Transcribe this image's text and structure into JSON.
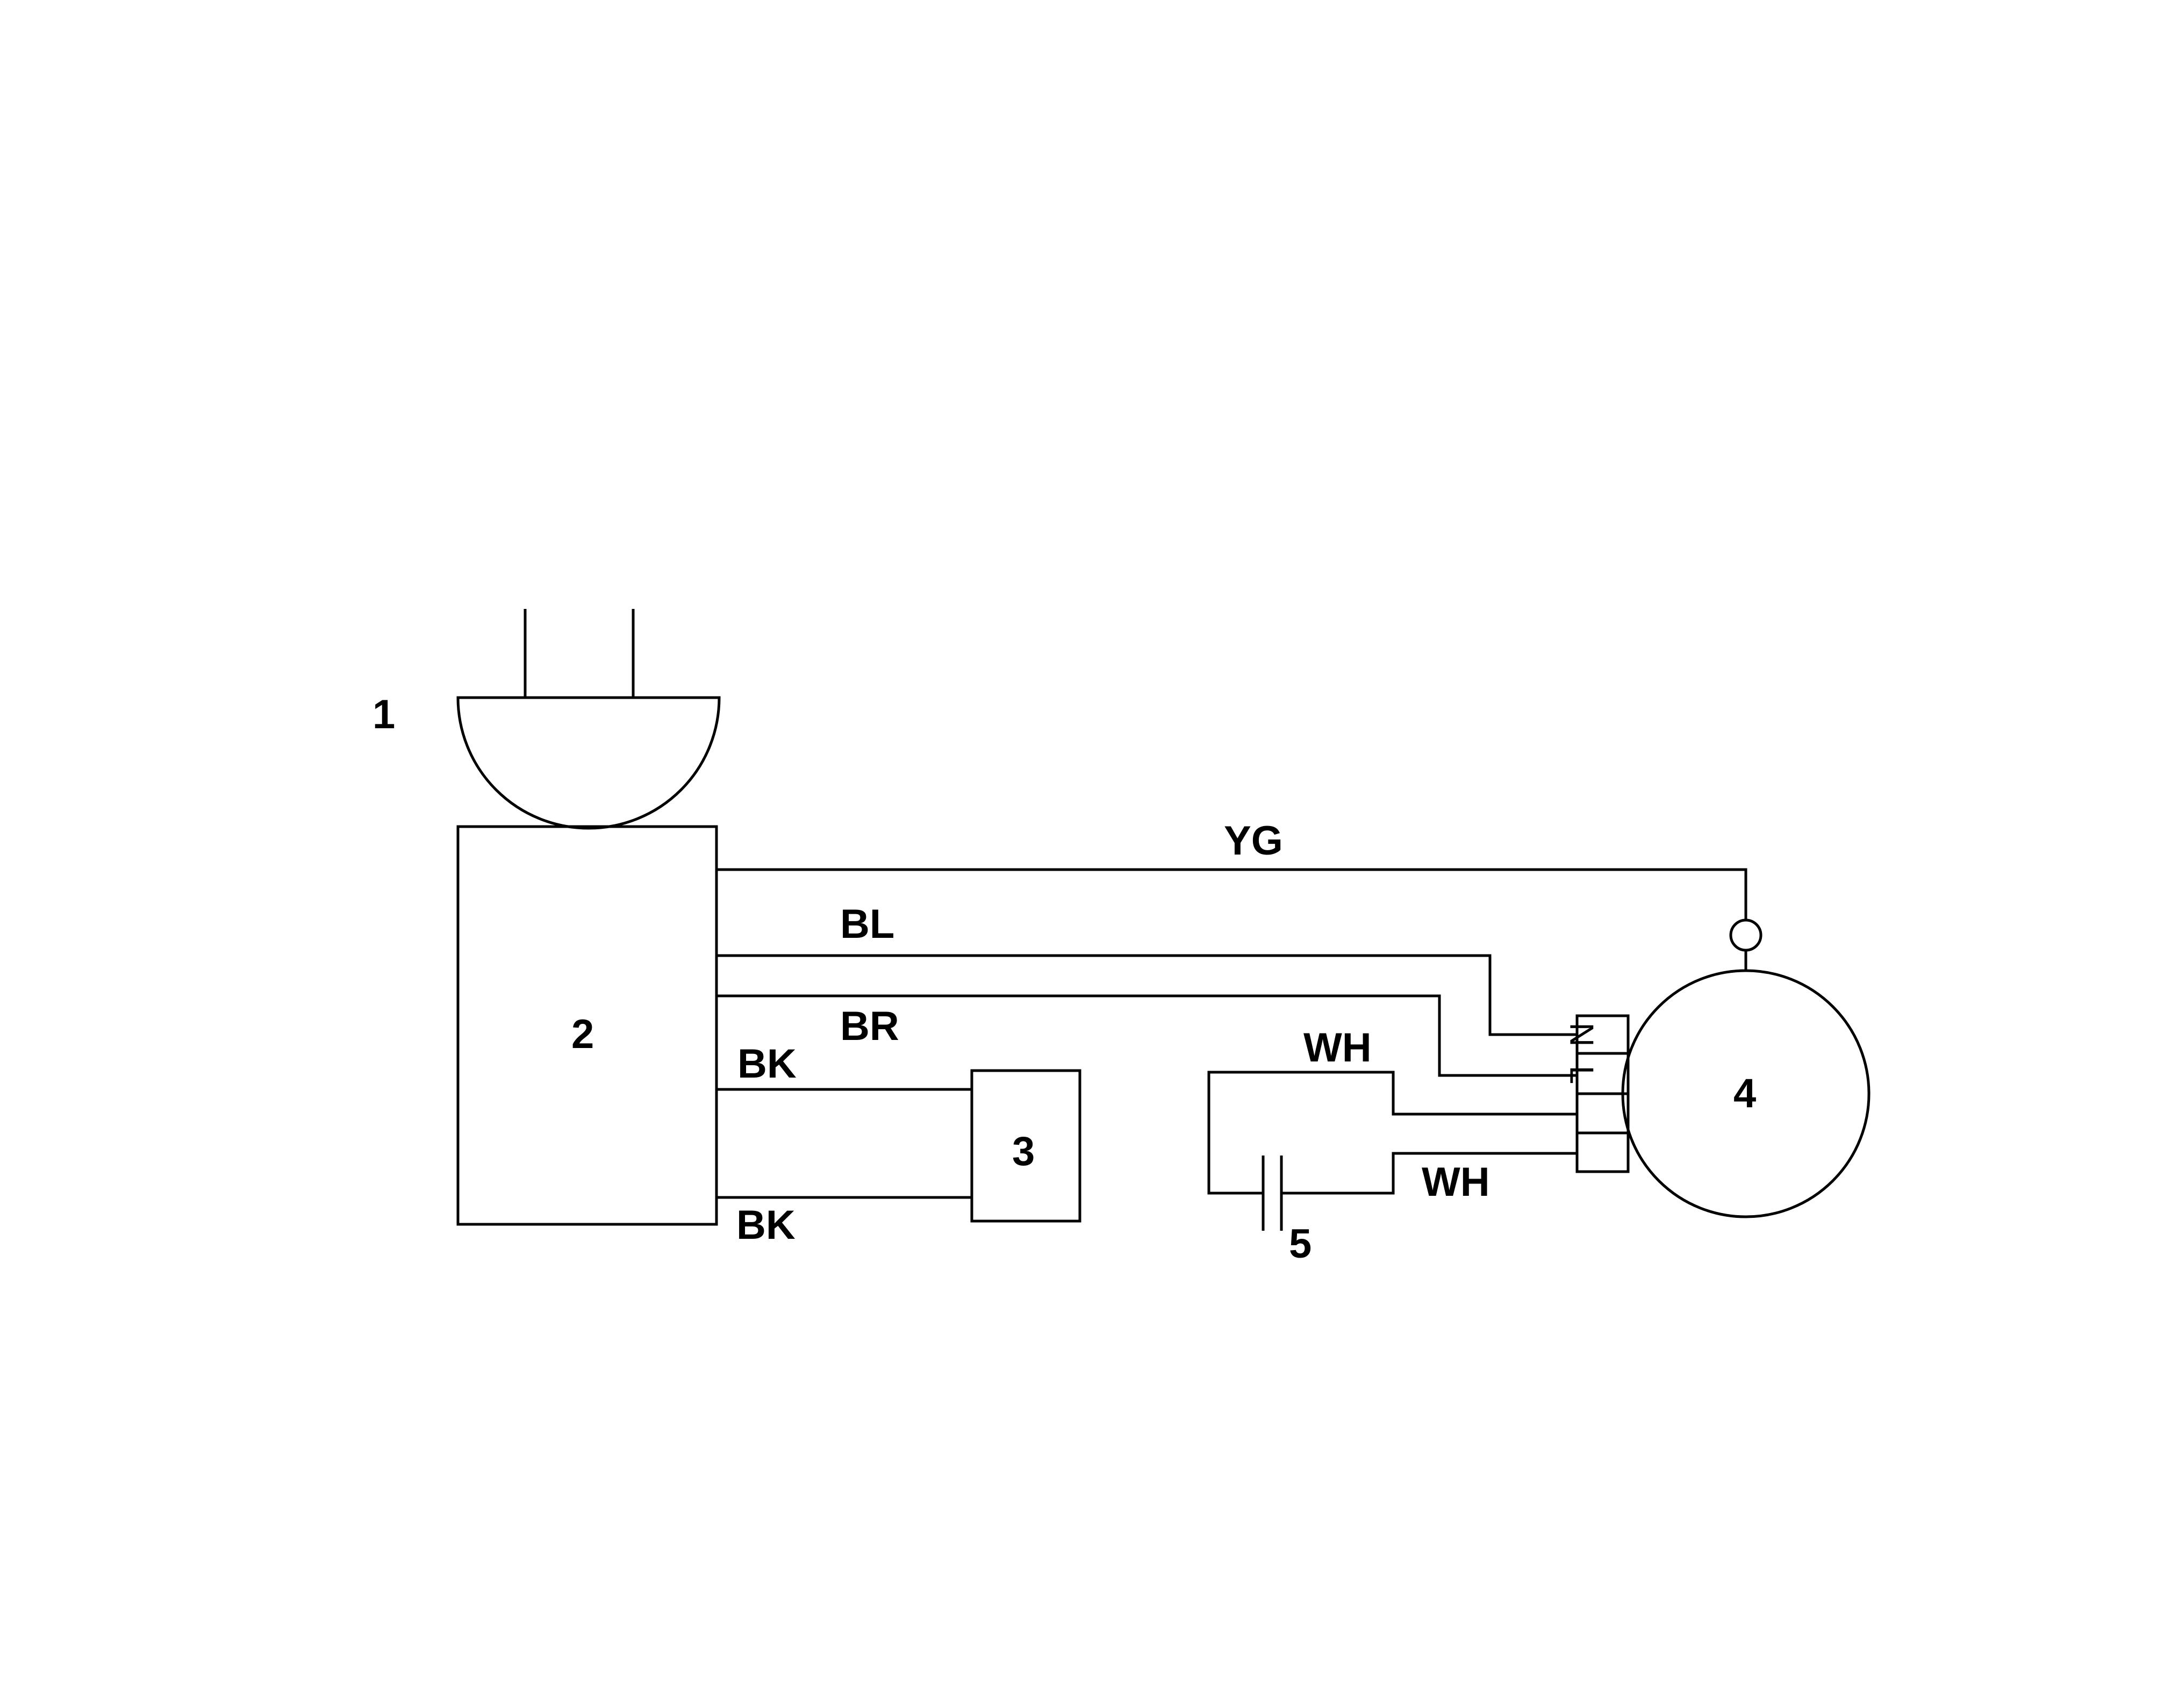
{
  "components": {
    "plug": "1",
    "junction_box": "2",
    "switch": "3",
    "motor": "4",
    "capacitor": "5"
  },
  "wires": {
    "ground": "YG",
    "blue": "BL",
    "brown": "BR",
    "black_top": "BK",
    "black_bottom": "BK",
    "white_top": "WH",
    "white_bottom": "WH"
  },
  "terminals": {
    "neutral": "N",
    "line": "L"
  },
  "colors": {
    "line": "#000000",
    "background": "#ffffff"
  }
}
